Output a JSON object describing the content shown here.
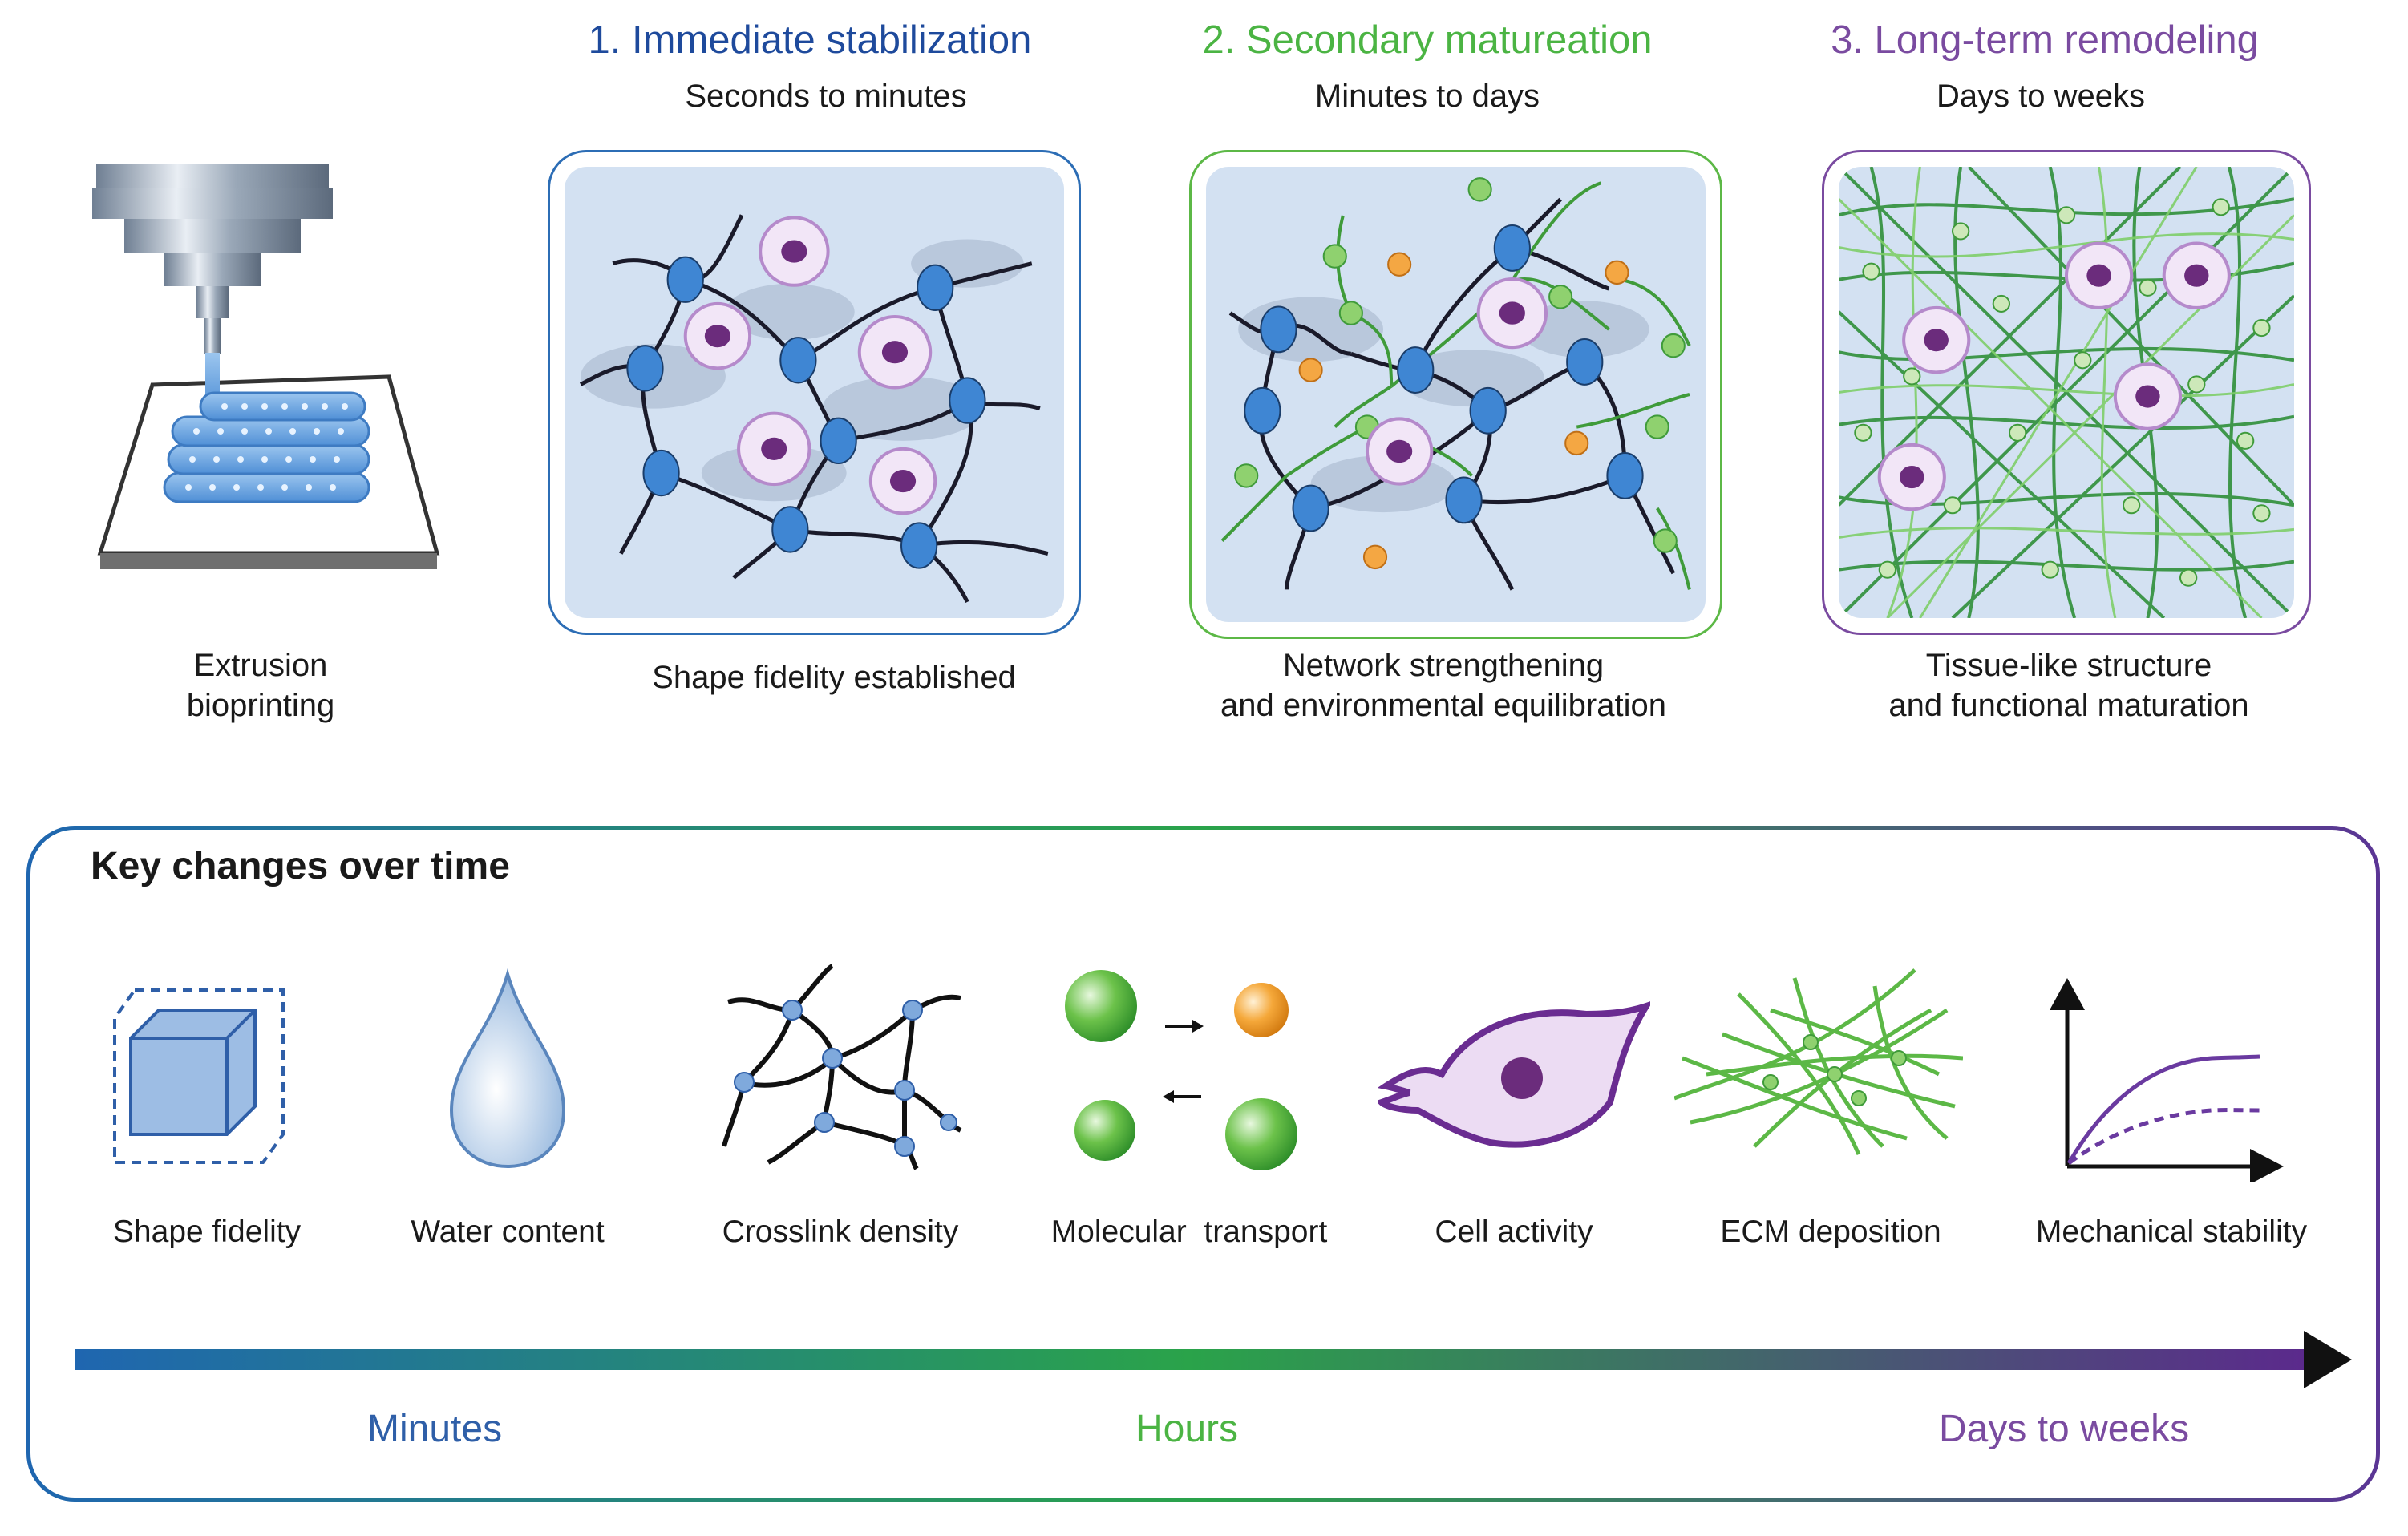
{
  "colors": {
    "stage1": "#1e4a9c",
    "stage2": "#4bb443",
    "stage3": "#7a4ba0",
    "gradient_start": "#1f66b0",
    "gradient_mid": "#2aa34a",
    "gradient_end": "#5b2a8c"
  },
  "printer": {
    "caption_line1": "Extrusion",
    "caption_line2": "bioprinting"
  },
  "stages": [
    {
      "title": "1. Immediate stabilization",
      "subtitle": "Seconds to minutes",
      "caption_line1": "Shape fidelity established",
      "caption_line2": ""
    },
    {
      "title": "2. Secondary matureation",
      "subtitle": "Minutes to days",
      "caption_line1": "Network strengthening",
      "caption_line2": "and environmental equilibration"
    },
    {
      "title": "3. Long-term remodeling",
      "subtitle": "Days to weeks",
      "caption_line1": "Tissue-like structure",
      "caption_line2": "and functional maturation"
    }
  ],
  "key_changes": {
    "title": "Key changes over time",
    "items": [
      {
        "label": "Shape fidelity",
        "icon": "cube-icon"
      },
      {
        "label": "Water content",
        "icon": "water-drop-icon"
      },
      {
        "label": "Crosslink density",
        "icon": "crosslink-network-icon"
      },
      {
        "label": "Molecular  transport",
        "icon": "molecular-exchange-icon"
      },
      {
        "label": "Cell activity",
        "icon": "cell-icon"
      },
      {
        "label": "ECM deposition",
        "icon": "fiber-mesh-icon"
      },
      {
        "label": "Mechanical stability",
        "icon": "growth-curve-icon"
      }
    ]
  },
  "timeline": {
    "labels": [
      "Minutes",
      "Hours",
      "Days to weeks"
    ]
  }
}
